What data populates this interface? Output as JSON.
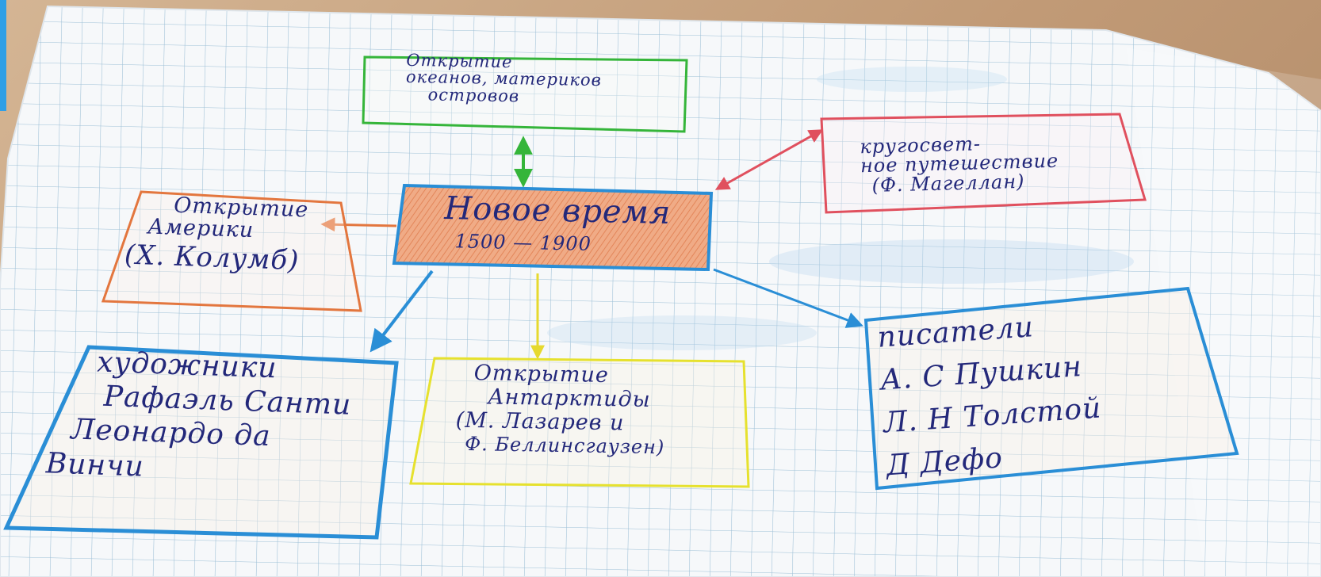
{
  "center": {
    "title": "Новое время",
    "dates": "1500 — 1900"
  },
  "nodes": {
    "oceans": {
      "lines": [
        "Открытие",
        "океанов, материков",
        "островов"
      ]
    },
    "voyage": {
      "lines": [
        "кругосвет-",
        "ное путешествие",
        "(Ф. Магеллан)"
      ]
    },
    "america": {
      "lines": [
        "Открытие",
        "Америки",
        "(Х. Колумб)"
      ]
    },
    "artists": {
      "lines": [
        "художники",
        "Рафаэль Санти",
        "Леонардо да",
        "Винчи"
      ]
    },
    "antarctica": {
      "lines": [
        "Открытие",
        "Антарктиды",
        "(М. Лазарев и",
        "Ф. Беллинсгаузен)"
      ]
    },
    "writers": {
      "lines": [
        "писатели",
        "А. С Пушкин",
        "Л. Н Толстой",
        "Д Дефо"
      ]
    }
  },
  "colors": {
    "ink": "#23287a",
    "blue_marker": "#2a8ed6",
    "green_marker": "#35b53a",
    "red_marker": "#e0505e",
    "orange_marker": "#e3763e",
    "yellow_marker": "#e8e83a",
    "center_fill": "#ee9a73",
    "paper": "#f5f7f9",
    "grid": "#8fb6cf"
  },
  "icons": {
    "arrow_up_down": "double-arrow-icon",
    "arrow_head": "arrowhead-icon"
  }
}
